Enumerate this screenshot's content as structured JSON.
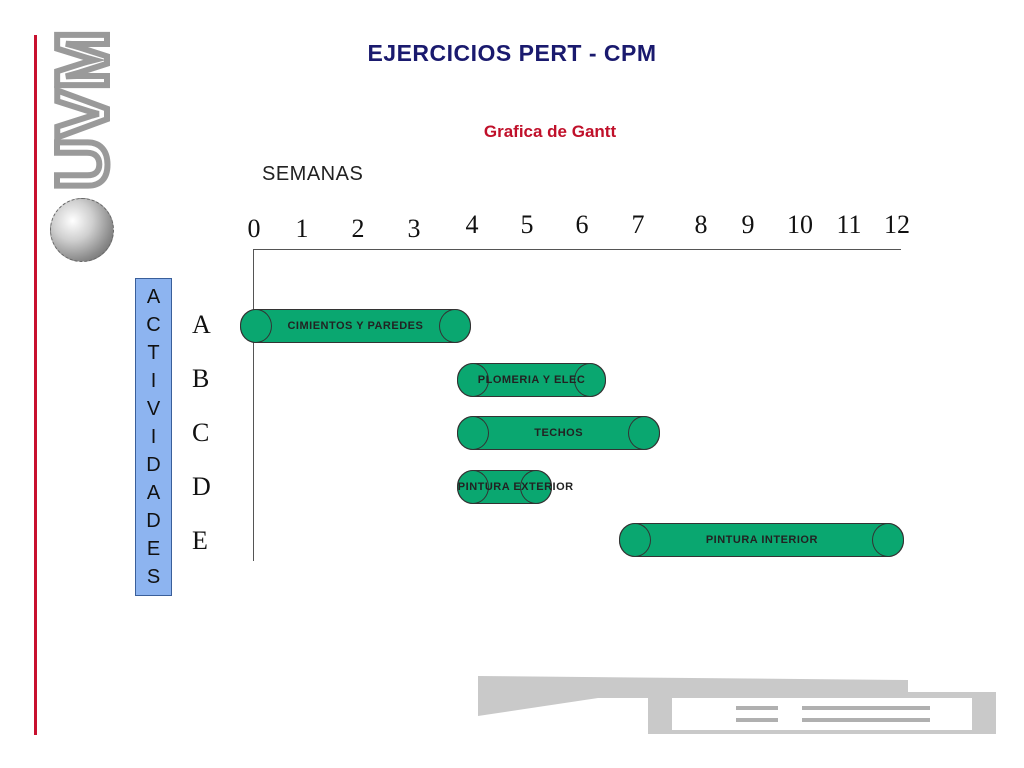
{
  "logo": {
    "text": "UVM"
  },
  "title": "EJERCICIOS PERT - CPM",
  "subtitle": "Grafica de Gantt",
  "weeks_label": "SEMANAS",
  "ticks": [
    "0",
    "1",
    "2",
    "3",
    "4",
    "5",
    "6",
    "7",
    "8",
    "9",
    "10",
    "11",
    "12"
  ],
  "activities_label": [
    "A",
    "C",
    "T",
    "I",
    "V",
    "I",
    "D",
    "A",
    "D",
    "E",
    "S"
  ],
  "rows": [
    "A",
    "B",
    "C",
    "D",
    "E"
  ],
  "colors": {
    "bar": "#0aa770",
    "activities_box": "#8db4f0",
    "title": "#1a1a6e",
    "subtitle": "#c0102a",
    "rule": "#c8102e"
  },
  "chart_data": {
    "type": "gantt",
    "title": "Grafica de Gantt",
    "xlabel": "SEMANAS",
    "ylabel": "ACTIVIDADES",
    "xlim": [
      0,
      12
    ],
    "tasks": [
      {
        "id": "A",
        "name": "CIMIENTOS Y PAREDES",
        "start": 0,
        "end": 4
      },
      {
        "id": "B",
        "name": "PLOMERIA Y ELEC",
        "start": 4,
        "end": 6.5
      },
      {
        "id": "C",
        "name": "TECHOS",
        "start": 4,
        "end": 7.5
      },
      {
        "id": "D",
        "name": "PINTURA EXTERIOR",
        "start": 4,
        "end": 5.5
      },
      {
        "id": "E",
        "name": "PINTURA INTERIOR",
        "start": 7,
        "end": 12
      }
    ]
  }
}
